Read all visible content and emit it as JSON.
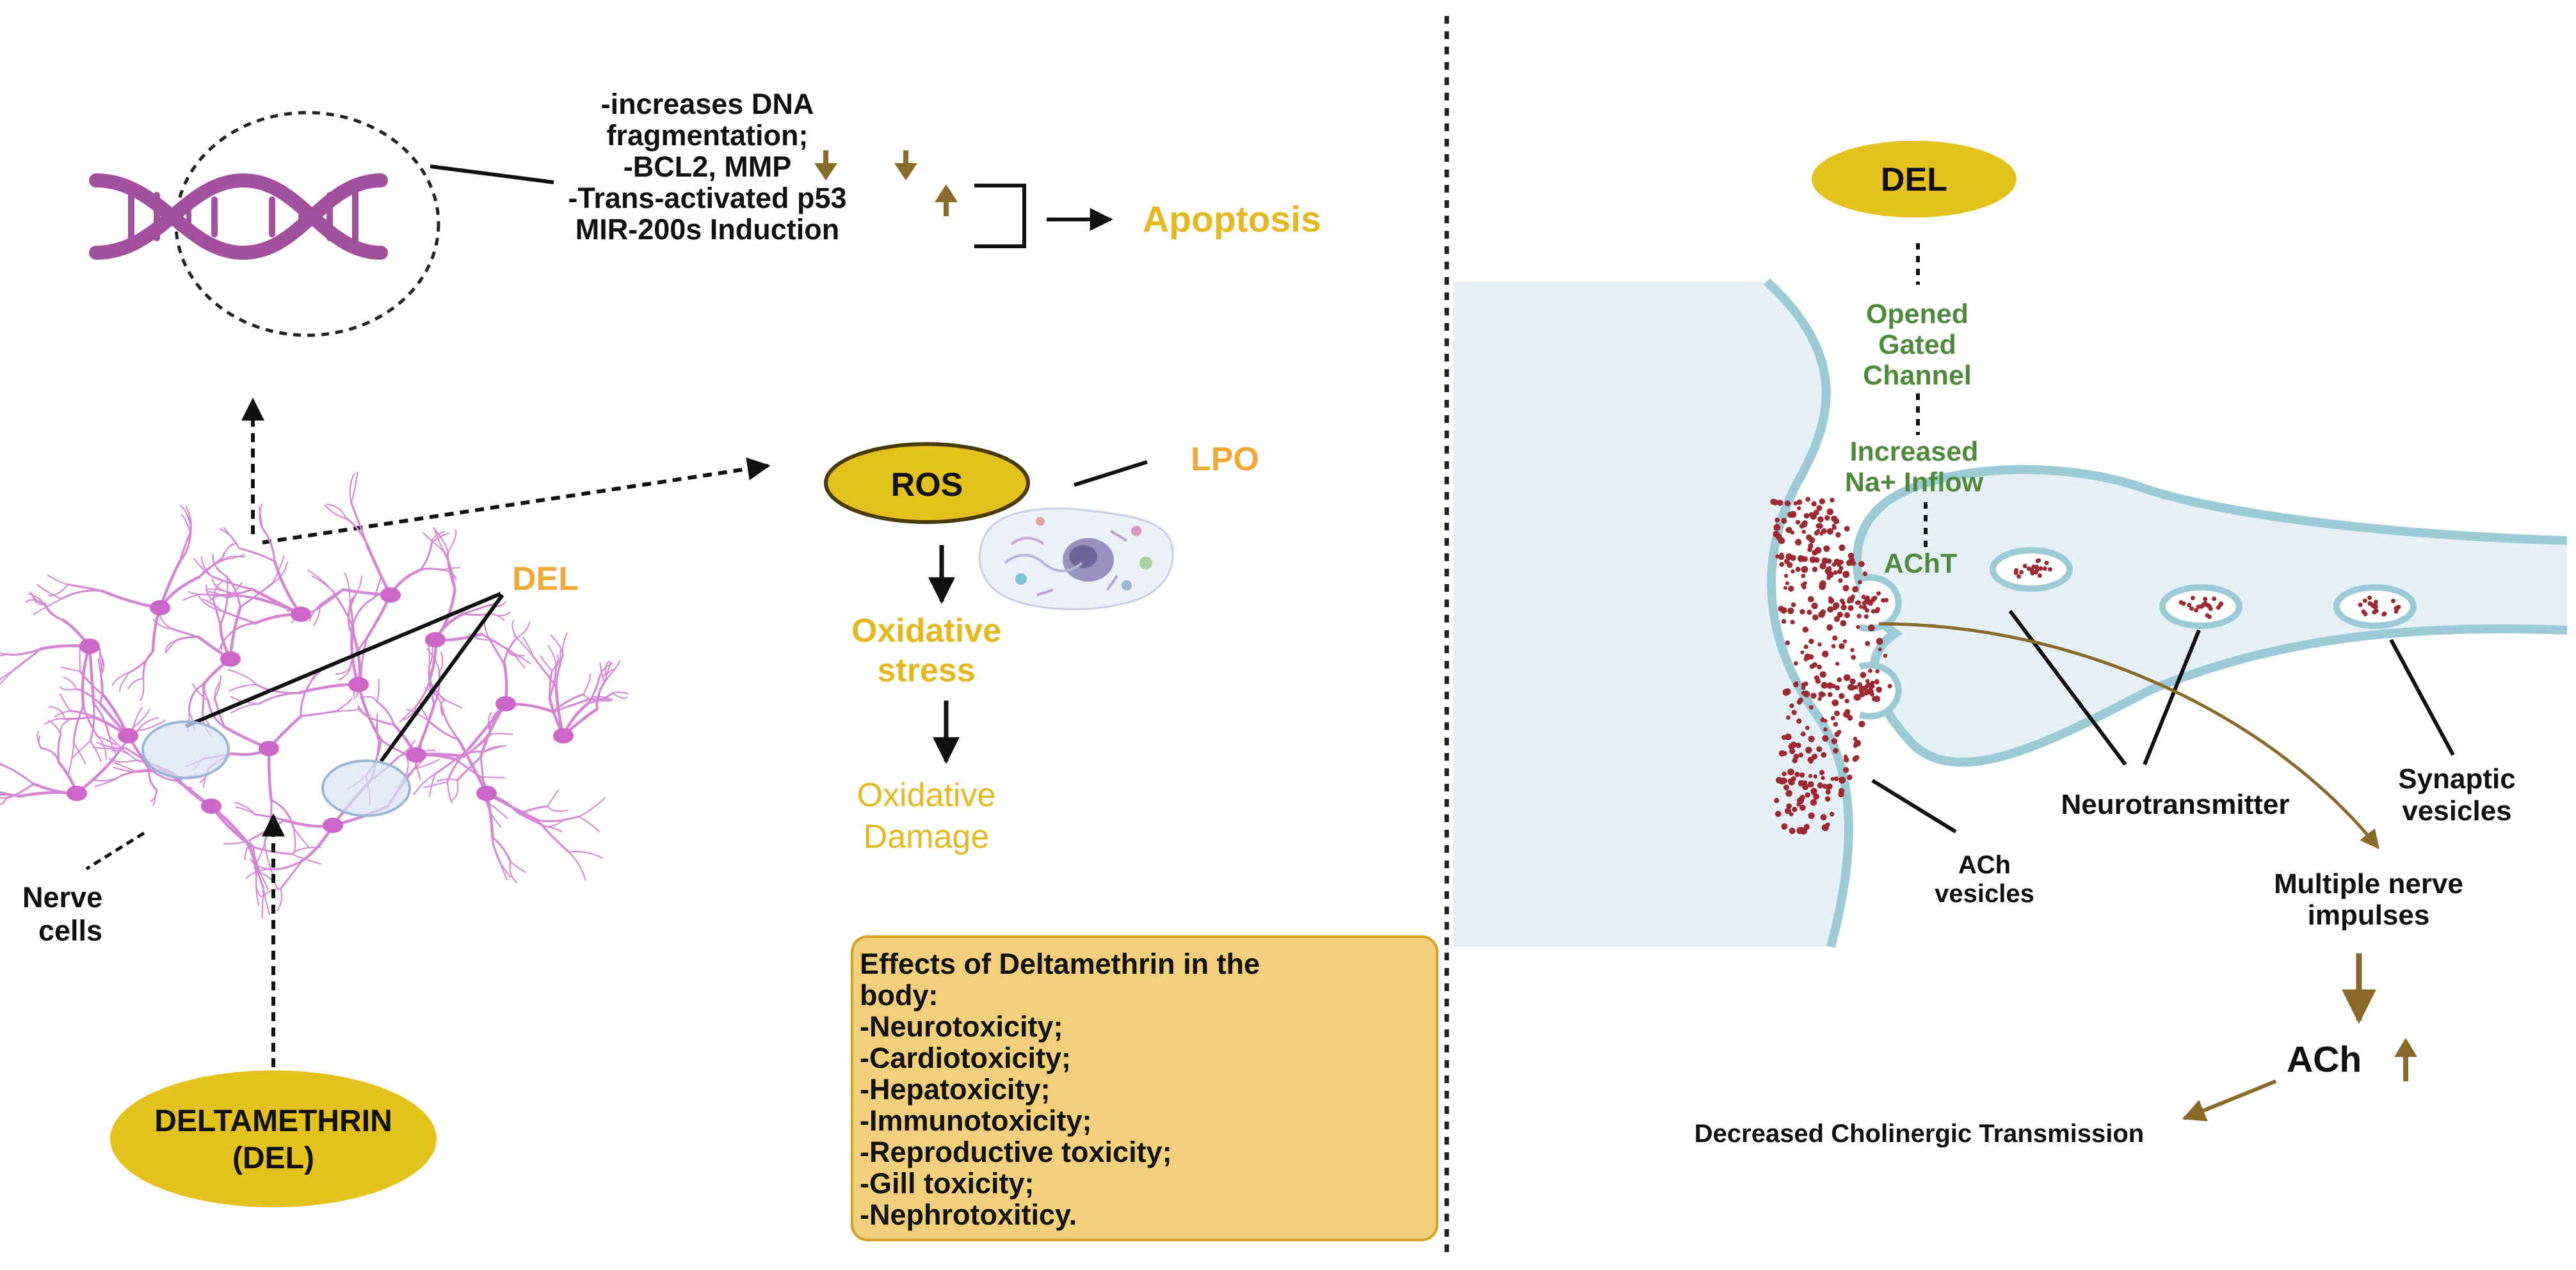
{
  "colors": {
    "yellow_oval": "#e4c21d",
    "yellow_text": "#e3b820",
    "orange_text": "#efa93a",
    "green_text": "#4e8a3c",
    "dna_purple": "#a0509c",
    "neuron_pink": "#d485d4",
    "cleft_blue": "#e6f1f7",
    "membrane_blue": "#9ccad6",
    "dot_red": "#9b2a32",
    "arrow_brown": "#8a6a2a",
    "box_fill": "#f2cf7a",
    "box_border": "#d8a020"
  },
  "left": {
    "dna": {
      "effects": [
        "-increases DNA",
        "fragmentation;",
        "-BCL2, MMP",
        "-Trans-activated p53",
        "MIR-200s Induction"
      ],
      "result": "Apoptosis"
    },
    "ros": {
      "oval": "ROS",
      "lpo": "LPO",
      "stress_line1": "Oxidative",
      "stress_line2": "stress",
      "damage_line1": "Oxidative",
      "damage_line2": "Damage"
    },
    "neurons": {
      "del_label": "DEL",
      "caption_line1": "Nerve",
      "caption_line2": "cells"
    },
    "source": {
      "line1": "DELTAMETHRIN",
      "line2": "(DEL)"
    },
    "effects_box": {
      "title_line1": "Effects of Deltamethrin in the",
      "title_line2": "body:",
      "items": [
        "-Neurotoxicity;",
        "-Cardiotoxicity;",
        "-Hepatoxicity;",
        "-Immunotoxicity;",
        "-Reproductive toxicity;",
        "-Gill toxicity;",
        "-Nephrotoxiticy."
      ]
    }
  },
  "right": {
    "del_oval": "DEL",
    "channel_line1": "Opened",
    "channel_line2": "Gated",
    "channel_line3": "Channel",
    "inflow_line1": "Increased",
    "inflow_line2": "Na+ Inflow",
    "acht": "AChT",
    "neurotransmitter": "Neurotransmitter",
    "synaptic_line1": "Synaptic",
    "synaptic_line2": "vesicles",
    "ach_vesicles_line1": "ACh",
    "ach_vesicles_line2": "vesicles",
    "impulses_line1": "Multiple nerve",
    "impulses_line2": "impulses",
    "ach": "ACh",
    "decreased": "Decreased Cholinergic Transmission"
  }
}
